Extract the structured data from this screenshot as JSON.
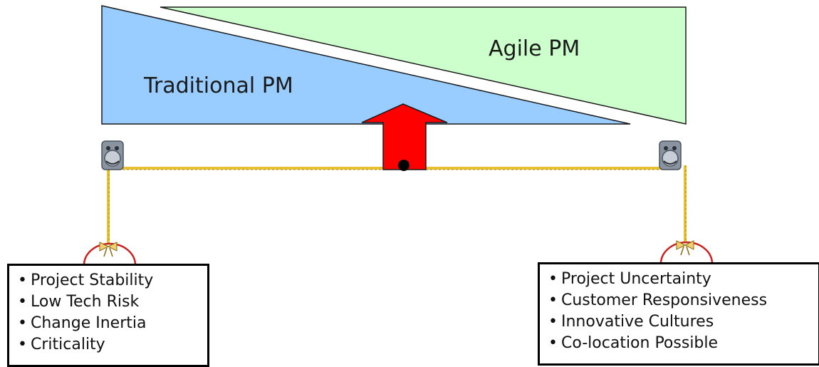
{
  "diagram": {
    "traditional_label": "Traditional PM",
    "agile_label": "Agile PM",
    "left_factors": [
      "Project Stability",
      "Low Tech Risk",
      "Change Inertia",
      "Criticality"
    ],
    "right_factors": [
      "Project Uncertainty",
      "Customer Responsiveness",
      "Innovative Cultures",
      "Co-location Possible"
    ],
    "bullet": "•"
  },
  "colors": {
    "traditional_fill": "#99ccff",
    "agile_fill": "#ccffcc",
    "arrow_fill": "#ff0000",
    "rope": "#e8c030",
    "pulley": "#8a94a0",
    "weight_outline": "#cc2222"
  },
  "icons": {
    "pulley": "pulley-icon",
    "arrow": "up-arrow-icon",
    "weight": "weight-icon",
    "knot": "knot-icon"
  }
}
